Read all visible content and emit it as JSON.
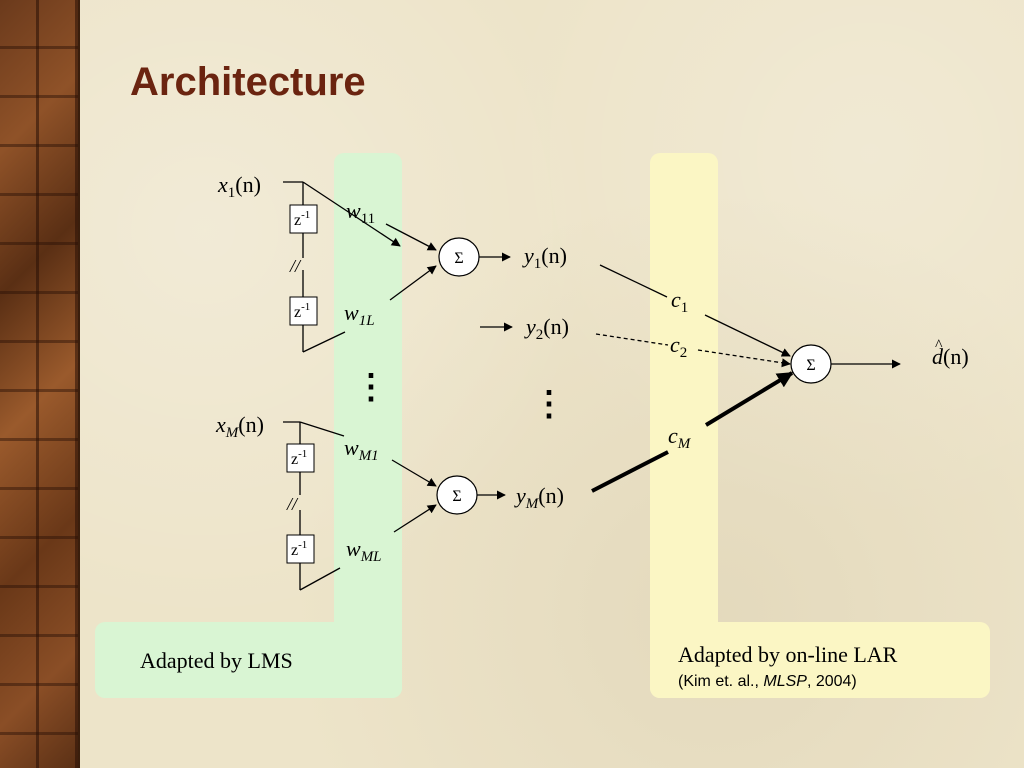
{
  "slide": {
    "title": "Architecture"
  },
  "diagram": {
    "inputs": [
      {
        "var": "x",
        "sub": "1",
        "arg": "(n)"
      },
      {
        "var": "x",
        "sub": "M",
        "arg": "(n)"
      }
    ],
    "delay": {
      "base": "z",
      "exp": "-1"
    },
    "weights": [
      {
        "var": "w",
        "sub": "11"
      },
      {
        "var": "w",
        "sub": "1L"
      },
      {
        "var": "w",
        "sub": "M1"
      },
      {
        "var": "w",
        "sub": "ML"
      }
    ],
    "sum_symbol": "Σ",
    "outputs": [
      {
        "var": "y",
        "sub": "1",
        "arg": "(n)"
      },
      {
        "var": "y",
        "sub": "2",
        "arg": "(n)"
      },
      {
        "var": "y",
        "sub": "M",
        "arg": "(n)"
      }
    ],
    "coefficients": [
      {
        "var": "c",
        "sub": "1"
      },
      {
        "var": "c",
        "sub": "2"
      },
      {
        "var": "c",
        "sub": "M"
      }
    ],
    "final_output": {
      "var": "d",
      "hat": "^",
      "arg": "(n)"
    },
    "ellipsis": "⋮",
    "break_mark": "//"
  },
  "captions": {
    "lms": "Adapted by LMS",
    "lar": "Adapted by on-line LAR",
    "ref_prefix": "(Kim et. al., ",
    "ref_journal": "MLSP",
    "ref_suffix": ", 2004)"
  },
  "colors": {
    "title": "#6b2410",
    "lms_band": "#d9f5d3",
    "lar_band": "#fbf6c4",
    "background": "#ede4c9"
  }
}
